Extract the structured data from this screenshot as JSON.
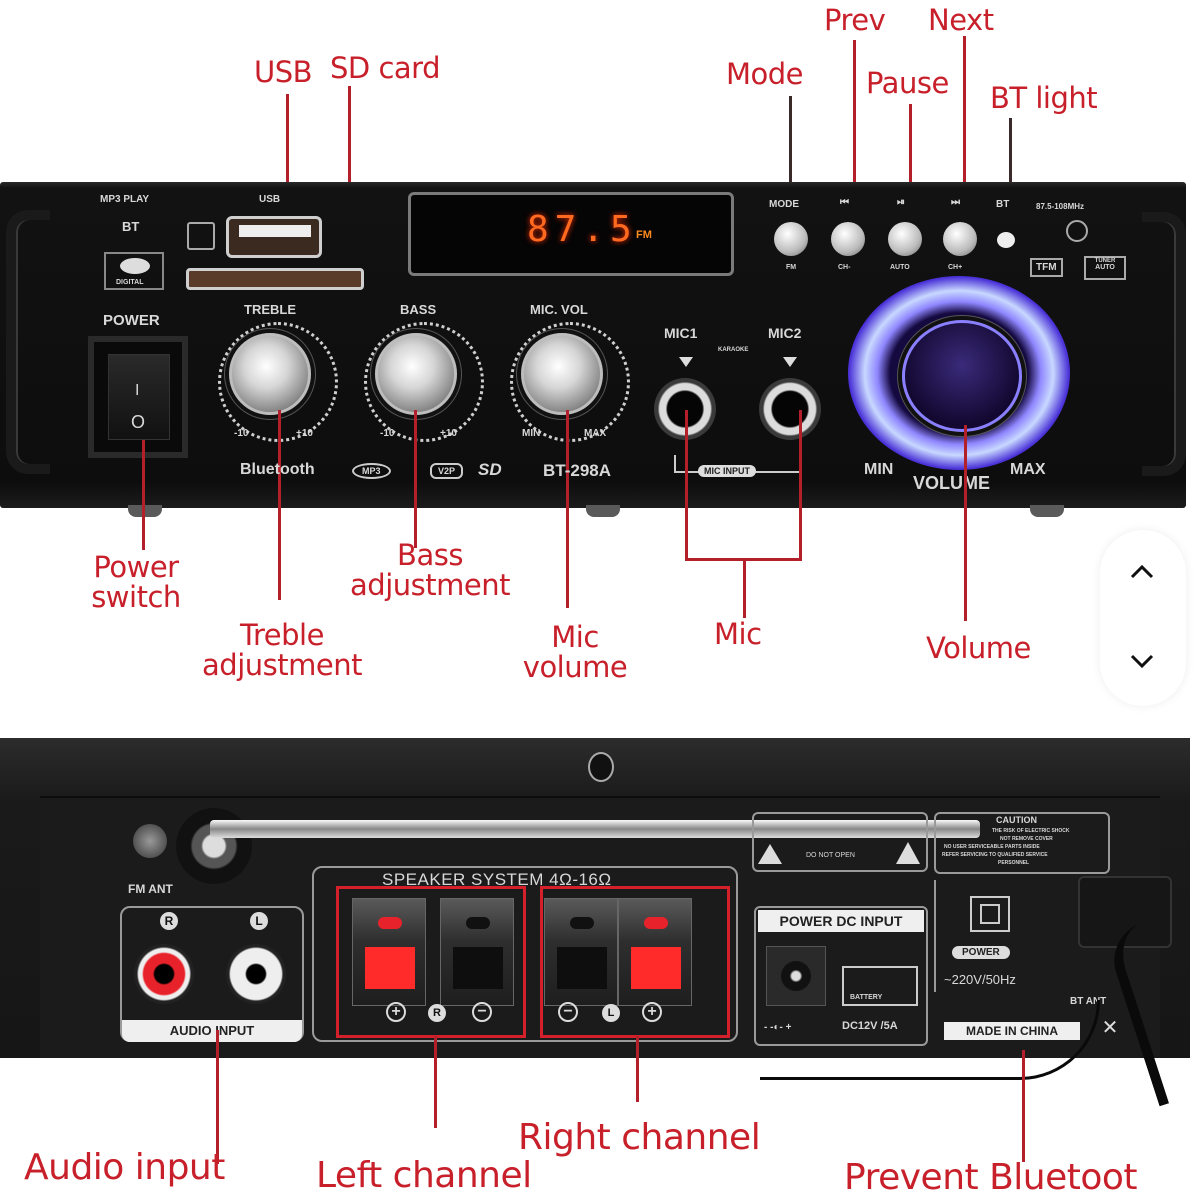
{
  "callouts_top": {
    "usb": "USB",
    "sd_card": "SD card",
    "mode": "Mode",
    "prev": "Prev",
    "pause": "Pause",
    "next": "Next",
    "bt_light": "BT light"
  },
  "callouts_mid": {
    "power_switch": [
      "Power",
      "switch"
    ],
    "treble": [
      "Treble",
      "adjustment"
    ],
    "bass": [
      "Bass",
      "adjustment"
    ],
    "mic_volume": [
      "Mic",
      "volume"
    ],
    "mic": "Mic",
    "volume": "Volume"
  },
  "callouts_bottom": {
    "audio_input": "Audio input",
    "left_channel": "Left channel",
    "right_channel": "Right channel",
    "prevent_bluetooth": "Prevent Bluetoot"
  },
  "front_panel": {
    "mp3_play": "MP3 PLAY",
    "bt": "BT",
    "digital": "DIGITAL",
    "usb": "USB",
    "power": "POWER",
    "switch_on": "I",
    "switch_off": "O",
    "display": {
      "frequency": "87.5",
      "band": "FM"
    },
    "knobs": [
      {
        "label": "TREBLE",
        "min": "-10",
        "max": "+10"
      },
      {
        "label": "BASS",
        "min": "-10",
        "max": "+10"
      },
      {
        "label": "MIC. VOL",
        "min": "MIN",
        "max": "MAX"
      }
    ],
    "brand_line": {
      "bluetooth": "Bluetooth",
      "mp3": "MP3",
      "v2p": "V2P",
      "sd": "SD",
      "model": "BT-298A"
    },
    "mic1": "MIC1",
    "mic2": "MIC2",
    "karaoke": "KARAOKE",
    "mic_input": "MIC INPUT",
    "buttons": [
      {
        "top": "MODE",
        "bottom": "FM"
      },
      {
        "top": "⏮",
        "bottom": "CH-"
      },
      {
        "top": "⏯",
        "bottom": "AUTO"
      },
      {
        "top": "⏭",
        "bottom": "CH+"
      }
    ],
    "bt_led": "BT",
    "fm_range": "87.5-108MHz",
    "tfm": "TFM",
    "tuner_auto": [
      "TUNER",
      "AUTO"
    ],
    "volume": {
      "label": "VOLUME",
      "min": "MIN",
      "max": "MAX"
    },
    "accent_color": "#5a4cff"
  },
  "rear_panel": {
    "fm_ant": "FM ANT",
    "audio_in": {
      "r": "R",
      "l": "L",
      "label": "AUDIO INPUT"
    },
    "speaker_system": "SPEAKER SYSTEM 4Ω-16Ω",
    "right": {
      "plus": "+",
      "ch": "R",
      "minus": "−"
    },
    "left": {
      "minus": "−",
      "ch": "L",
      "plus": "+"
    },
    "do_not_open": "DO NOT OPEN",
    "caution": {
      "title": "CAUTION",
      "lines": [
        "THE RISK OF ELECTRIC SHOCK",
        "NOT REMOVE COVER",
        "NO USER SERVICEABLE PARTS INSIDE",
        "REFER SERVICING TO QUALIFIED SERVICE",
        "PERSONNEL"
      ]
    },
    "power_dc_input": "POWER DC INPUT",
    "battery": "BATTERY",
    "polarity": "- -◐- +",
    "dc_rating": "DC12V /5A",
    "power_tag": "POWER",
    "ac_rating": "~220V/50Hz",
    "bt_ant": "BT ANT",
    "made_in": "MADE IN CHINA",
    "accent_red": "#e8222a"
  },
  "scroll_widget": {
    "up": "chevron-up",
    "down": "chevron-down"
  }
}
